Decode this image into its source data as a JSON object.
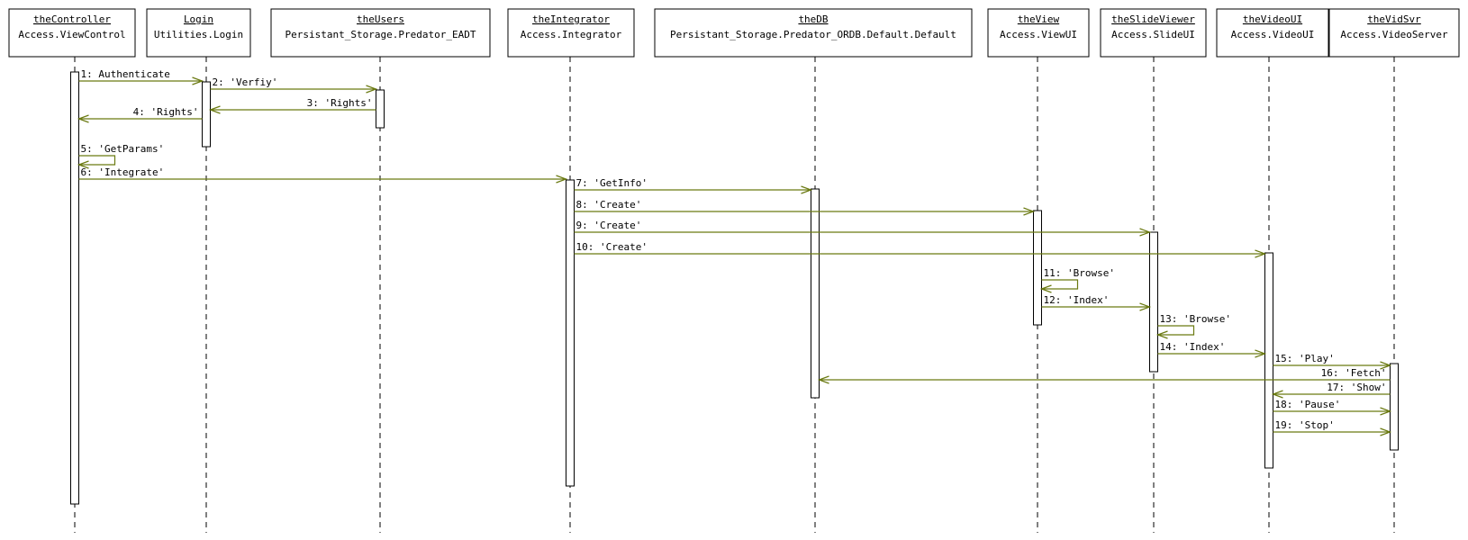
{
  "colors": {
    "message": "#6b7a12",
    "box_border": "#000000",
    "lifeline": "#000000"
  },
  "participants": [
    {
      "key": "controller",
      "name": "theController",
      "cls": "Access.ViewControl"
    },
    {
      "key": "login",
      "name": "Login",
      "cls": "Utilities.Login"
    },
    {
      "key": "users",
      "name": "theUsers",
      "cls": "Persistant_Storage.Predator_EADT"
    },
    {
      "key": "integrator",
      "name": "theIntegrator",
      "cls": "Access.Integrator"
    },
    {
      "key": "db",
      "name": "theDB",
      "cls": "Persistant_Storage.Predator_ORDB.Default.Default"
    },
    {
      "key": "view",
      "name": "theView",
      "cls": "Access.ViewUI"
    },
    {
      "key": "slide",
      "name": "theSlideViewer",
      "cls": "Access.SlideUI"
    },
    {
      "key": "videoui",
      "name": "theVideoUI",
      "cls": "Access.VideoUI"
    },
    {
      "key": "vidsvr",
      "name": "theVidSvr",
      "cls": "Access.VideoServer"
    }
  ],
  "messages": [
    {
      "seq": 1,
      "label": "1: Authenticate",
      "from": "controller",
      "to": "login"
    },
    {
      "seq": 2,
      "label": "2: 'Verfiy'",
      "from": "login",
      "to": "users"
    },
    {
      "seq": 3,
      "label": "3: 'Rights'",
      "from": "users",
      "to": "login"
    },
    {
      "seq": 4,
      "label": "4: 'Rights'",
      "from": "login",
      "to": "controller"
    },
    {
      "seq": 5,
      "label": "5: 'GetParams'",
      "from": "controller",
      "to": "controller"
    },
    {
      "seq": 6,
      "label": "6: 'Integrate'",
      "from": "controller",
      "to": "integrator"
    },
    {
      "seq": 7,
      "label": "7: 'GetInfo'",
      "from": "integrator",
      "to": "db"
    },
    {
      "seq": 8,
      "label": "8: 'Create'",
      "from": "integrator",
      "to": "view"
    },
    {
      "seq": 9,
      "label": "9: 'Create'",
      "from": "integrator",
      "to": "slide"
    },
    {
      "seq": 10,
      "label": "10: 'Create'",
      "from": "integrator",
      "to": "videoui"
    },
    {
      "seq": 11,
      "label": "11: 'Browse'",
      "from": "view",
      "to": "view"
    },
    {
      "seq": 12,
      "label": "12: 'Index'",
      "from": "view",
      "to": "slide"
    },
    {
      "seq": 13,
      "label": "13: 'Browse'",
      "from": "slide",
      "to": "slide"
    },
    {
      "seq": 14,
      "label": "14: 'Index'",
      "from": "slide",
      "to": "videoui"
    },
    {
      "seq": 15,
      "label": "15: 'Play'",
      "from": "videoui",
      "to": "vidsvr"
    },
    {
      "seq": 16,
      "label": "16: 'Fetch'",
      "from": "vidsvr",
      "to": "db"
    },
    {
      "seq": 17,
      "label": "17: 'Show'",
      "from": "vidsvr",
      "to": "videoui"
    },
    {
      "seq": 18,
      "label": "18: 'Pause'",
      "from": "videoui",
      "to": "vidsvr"
    },
    {
      "seq": 19,
      "label": "19: 'Stop'",
      "from": "videoui",
      "to": "vidsvr"
    }
  ]
}
